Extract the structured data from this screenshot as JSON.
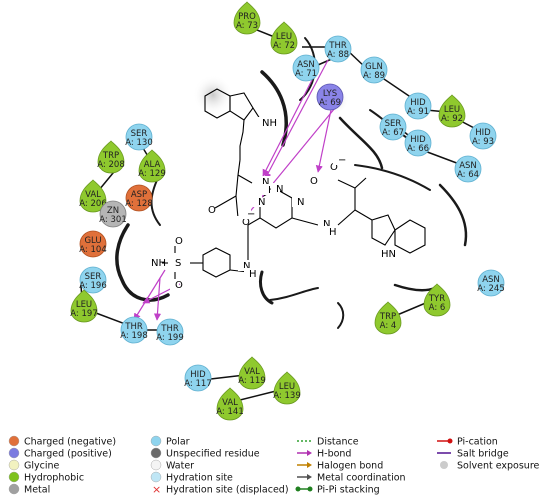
{
  "residues": [
    {
      "id": "pro73",
      "name": "PRO",
      "num": "A: 73",
      "type": "hydrophobic"
    },
    {
      "id": "leu72",
      "name": "LEU",
      "num": "A: 72",
      "type": "hydrophobic"
    },
    {
      "id": "thr88",
      "name": "THR",
      "num": "A: 88",
      "type": "polar"
    },
    {
      "id": "asn71",
      "name": "ASN",
      "num": "A: 71",
      "type": "polar"
    },
    {
      "id": "gln89",
      "name": "GLN",
      "num": "A: 89",
      "type": "polar"
    },
    {
      "id": "lys69",
      "name": "LYS",
      "num": "A: 69",
      "type": "charged_positive"
    },
    {
      "id": "hid91",
      "name": "HID",
      "num": "A: 91",
      "type": "polar"
    },
    {
      "id": "leu92",
      "name": "LEU",
      "num": "A: 92",
      "type": "hydrophobic"
    },
    {
      "id": "ser67",
      "name": "SER",
      "num": "A: 67",
      "type": "polar"
    },
    {
      "id": "hid93",
      "name": "HID",
      "num": "A: 93",
      "type": "polar"
    },
    {
      "id": "hid66",
      "name": "HID",
      "num": "A: 66",
      "type": "polar"
    },
    {
      "id": "asn64",
      "name": "ASN",
      "num": "A: 64",
      "type": "polar"
    },
    {
      "id": "ser130",
      "name": "SER",
      "num": "A: 130",
      "type": "polar"
    },
    {
      "id": "trp208",
      "name": "TRP",
      "num": "A: 208",
      "type": "hydrophobic"
    },
    {
      "id": "ala129",
      "name": "ALA",
      "num": "A: 129",
      "type": "hydrophobic"
    },
    {
      "id": "val206",
      "name": "VAL",
      "num": "A: 206",
      "type": "hydrophobic"
    },
    {
      "id": "asp128",
      "name": "ASP",
      "num": "A: 128",
      "type": "charged_negative"
    },
    {
      "id": "zn301",
      "name": "ZN",
      "num": "A: 301",
      "type": "metal"
    },
    {
      "id": "glu104",
      "name": "GLU",
      "num": "A: 104",
      "type": "charged_negative"
    },
    {
      "id": "ser196",
      "name": "SER",
      "num": "A: 196",
      "type": "polar"
    },
    {
      "id": "leu197",
      "name": "LEU",
      "num": "A: 197",
      "type": "hydrophobic"
    },
    {
      "id": "thr198",
      "name": "THR",
      "num": "A: 198",
      "type": "polar"
    },
    {
      "id": "thr199",
      "name": "THR",
      "num": "A: 199",
      "type": "polar"
    },
    {
      "id": "asn245",
      "name": "ASN",
      "num": "A: 245",
      "type": "polar"
    },
    {
      "id": "tyr6",
      "name": "TYR",
      "num": "A: 6",
      "type": "hydrophobic"
    },
    {
      "id": "trp4",
      "name": "TRP",
      "num": "A: 4",
      "type": "hydrophobic"
    },
    {
      "id": "hid117",
      "name": "HID",
      "num": "A: 117",
      "type": "polar"
    },
    {
      "id": "val119",
      "name": "VAL",
      "num": "A: 119",
      "type": "hydrophobic"
    },
    {
      "id": "leu139",
      "name": "LEU",
      "num": "A: 139",
      "type": "hydrophobic"
    },
    {
      "id": "val141",
      "name": "VAL",
      "num": "A: 141",
      "type": "hydrophobic"
    }
  ],
  "ligand_labels": {
    "nh_indole_top": "NH",
    "nh_link_left": "N",
    "h_link_left": "H",
    "nh_link_right": "N",
    "h_link_right": "H",
    "ring_n1": "N",
    "ring_n2": "N",
    "ring_n3": "N",
    "nh_aniline": "N",
    "h_aniline": "H",
    "nh_sulfonamide": "NH",
    "s": "S",
    "o1": "O",
    "o2": "O",
    "o_left1": "O",
    "o_left2": "O",
    "o_left2_charge": "−",
    "o_right1": "O",
    "o_right1_charge": "−",
    "o_right2": "O",
    "hn_indole_bottom": "HN"
  },
  "legend": {
    "col1": [
      {
        "label": "Charged (negative)",
        "color": "#e0703a"
      },
      {
        "label": "Charged (positive)",
        "color": "#7b7be0"
      },
      {
        "label": "Glycine",
        "color": "#f2f2c0"
      },
      {
        "label": "Hydrophobic",
        "color": "#7ec21e"
      },
      {
        "label": "Metal",
        "color": "#a0a0a0"
      }
    ],
    "col2": [
      {
        "label": "Polar",
        "color": "#8fd4ee"
      },
      {
        "label": "Unspecified residue",
        "color": "#6a6a6a"
      },
      {
        "label": "Water",
        "color": "#f4f4f4"
      },
      {
        "label": "Hydration site",
        "color": "#bfe6f5"
      },
      {
        "label": "Hydration site (displaced)",
        "color": "#e03030"
      }
    ],
    "col3": [
      {
        "label": "Distance",
        "color": "#30a030"
      },
      {
        "label": "H-bond",
        "color": "#b030b0"
      },
      {
        "label": "Halogen bond",
        "color": "#c08000"
      },
      {
        "label": "Metal coordination",
        "color": "#505050"
      },
      {
        "label": "Pi-Pi stacking",
        "color": "#208020"
      }
    ],
    "col4": [
      {
        "label": "Pi-cation",
        "color": "#d01010"
      },
      {
        "label": "Salt bridge",
        "color": "#501090"
      },
      {
        "label": "Solvent exposure",
        "color": "#cccccc"
      }
    ]
  },
  "colors": {
    "hydrophobic": "#8fc92e",
    "polar": "#8fd4ee",
    "charged_negative": "#e0703a",
    "charged_positive": "#8a84e8",
    "metal": "#b5b5b5",
    "hbond": "#c040c8"
  }
}
